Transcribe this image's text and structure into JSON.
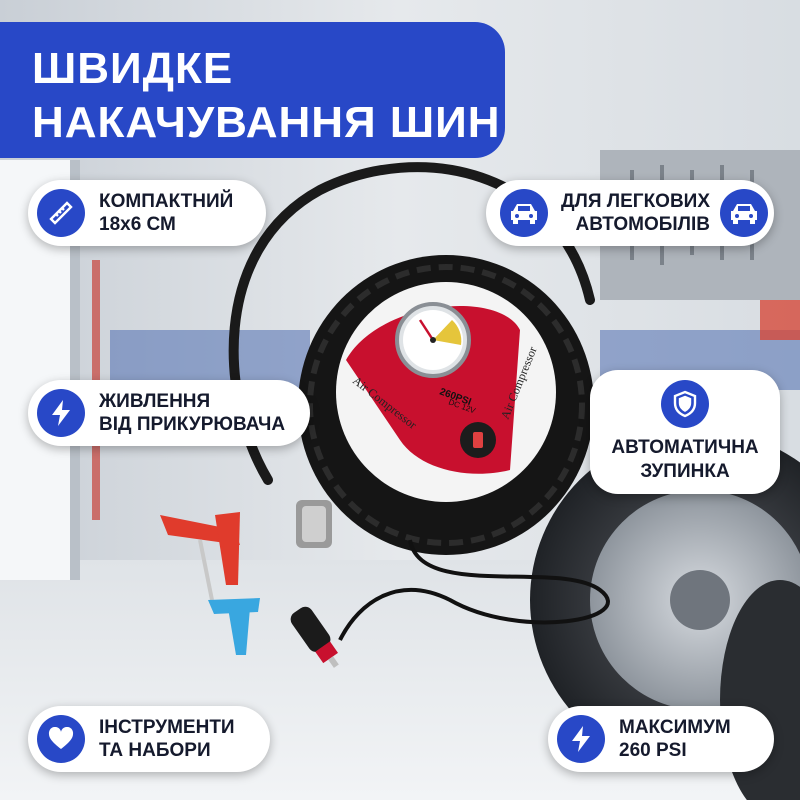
{
  "title": {
    "line1": "ШВИДКЕ",
    "line2": "НАКАЧУВАННЯ ШИН"
  },
  "features": {
    "compact": {
      "line1": "КОМПАКТНИЙ",
      "line2": "18х6 СМ",
      "icon": "ruler-icon"
    },
    "cars": {
      "line1": "ДЛЯ ЛЕГКОВИХ",
      "line2": "АВТОМОБІЛІВ",
      "icon": "car-icon"
    },
    "power": {
      "line1": "ЖИВЛЕННЯ",
      "line2": "ВІД ПРИКУРЮВАЧА",
      "icon": "lightning-icon"
    },
    "auto_stop": {
      "line1": "АВТОМАТИЧНА",
      "line2": "ЗУПИНКА",
      "icon": "shield-icon"
    },
    "tools": {
      "line1": "ІНСТРУМЕНТИ",
      "line2": "ТА НАБОРИ",
      "icon": "heart-icon"
    },
    "max_pressure": {
      "line1": "МАКСИМУМ",
      "line2": "260 PSI",
      "icon": "lightning-icon"
    }
  },
  "product": {
    "label_left": "Air Compressor",
    "label_right": "Air Compressor",
    "gauge_label": "260PSI",
    "voltage_label": "DC 12V"
  },
  "colors": {
    "accent": "#2848c7",
    "compressor_red": "#c8102e"
  }
}
